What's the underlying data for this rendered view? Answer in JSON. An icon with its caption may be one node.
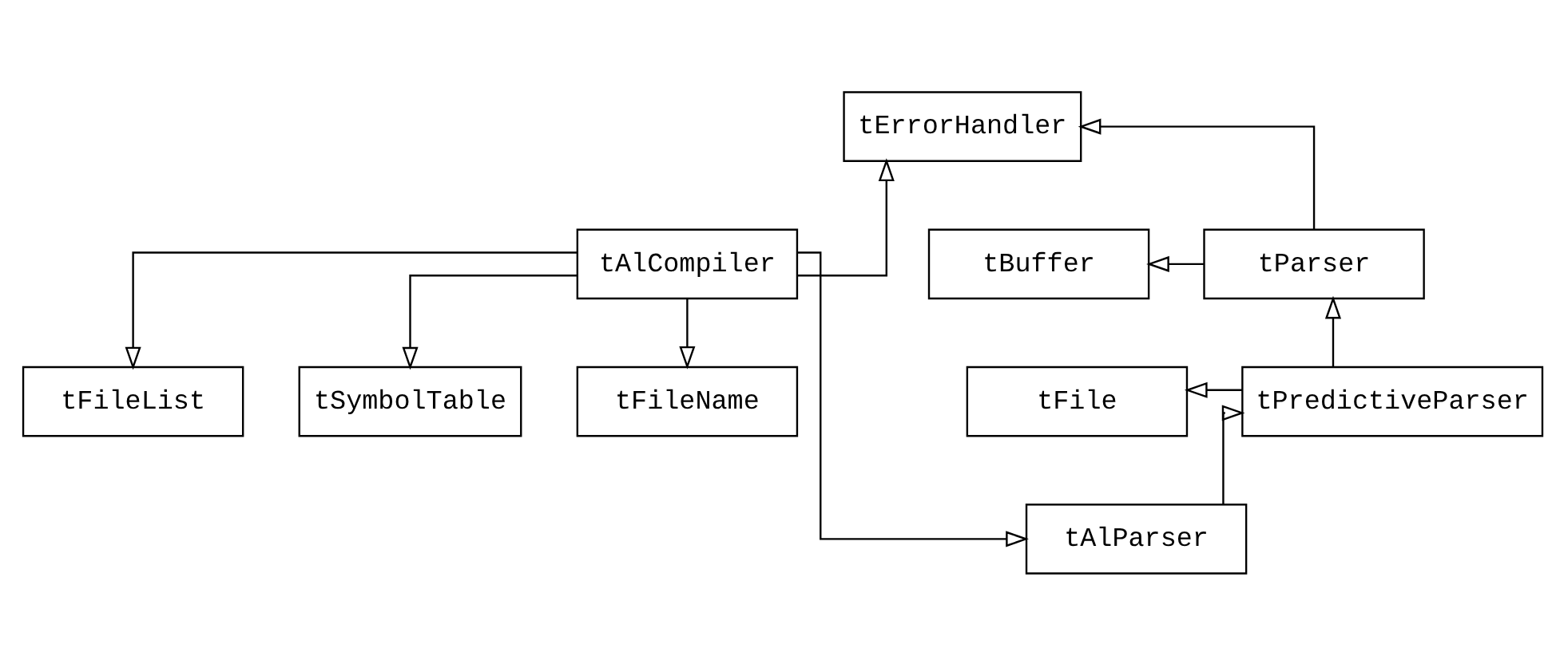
{
  "diagram": {
    "nodes": [
      {
        "text": [
          "tErrorHandler"
        ]
      },
      {
        "text": [
          "tBuffer"
        ]
      },
      {
        "text": [
          "tParser"
        ]
      },
      {
        "text": [
          "tAlCompiler"
        ]
      },
      {
        "text": [
          "tFileList"
        ]
      },
      {
        "text": [
          "tSymbolTable"
        ]
      },
      {
        "text": [
          "tFile"
        ]
      },
      {
        "text": [
          "tPredictiveParser"
        ]
      },
      {
        "text": [
          "tFileName"
        ]
      },
      {
        "text": [
          "tAlParser"
        ]
      }
    ],
    "edges": [
      {
        "from": 2,
        "to": 0,
        "arrow": "to"
      },
      {
        "from": 3,
        "to": 0,
        "arrow": "to"
      },
      {
        "from": 2,
        "to": 1,
        "arrow": "to"
      },
      {
        "from": 3,
        "to": 4,
        "arrow": "to"
      },
      {
        "from": 3,
        "to": 5,
        "arrow": "to"
      },
      {
        "from": 3,
        "to": 8,
        "arrow": "to"
      },
      {
        "from": 7,
        "to": 2,
        "arrow": "to"
      },
      {
        "from": 7,
        "to": 6,
        "arrow": "to"
      },
      {
        "from": 9,
        "to": 7,
        "arrow": "to"
      },
      {
        "from": 3,
        "to": 9,
        "arrow": "to"
      }
    ]
  }
}
